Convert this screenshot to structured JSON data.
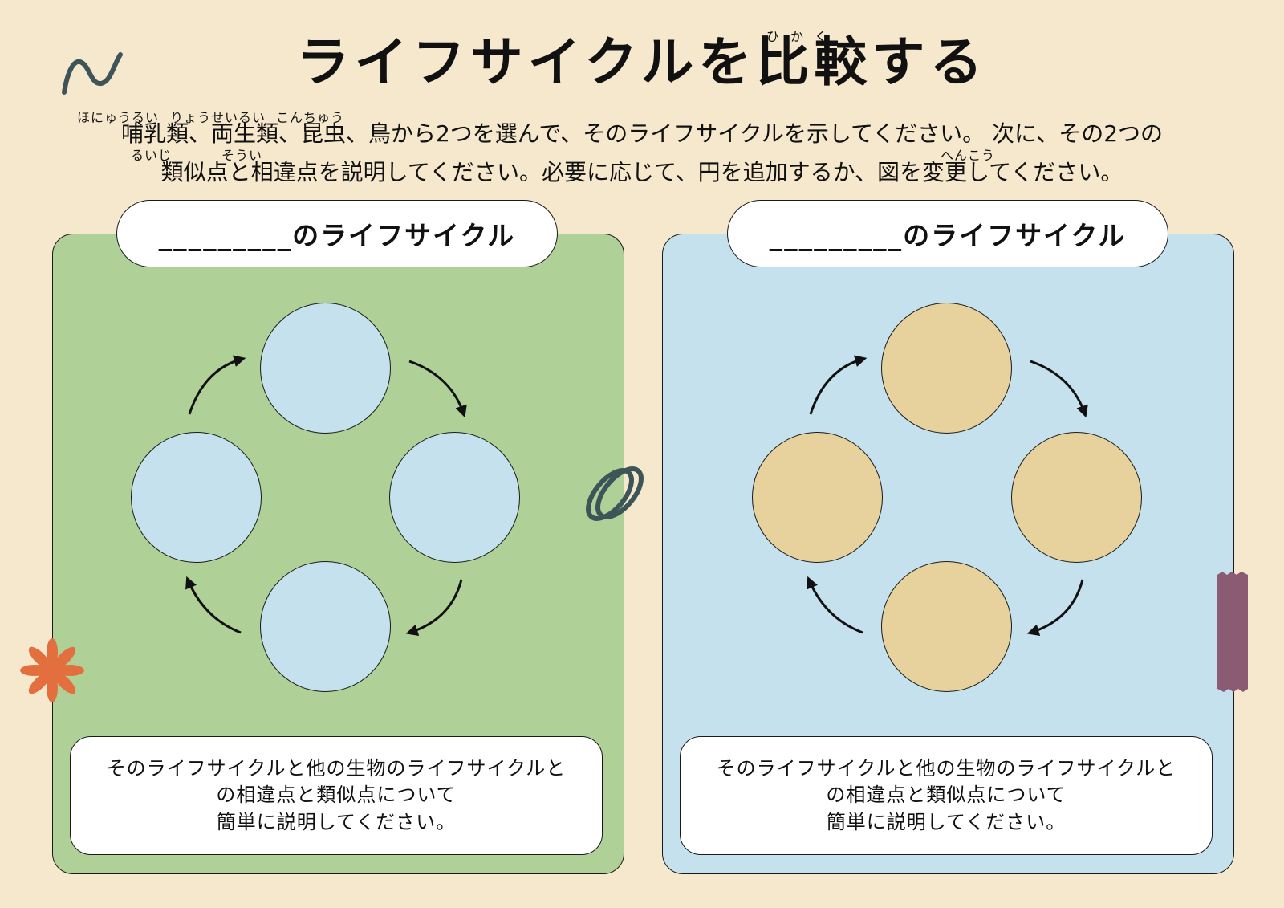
{
  "title": {
    "main": "ライフサイクルを比較する",
    "ruby": "ひかく"
  },
  "instructions": {
    "line1": "哺乳類、両生類、昆虫、鳥から2つを選んで、そのライフサイクルを示してください。 次に、その2つの",
    "line2": "類似点と相違点を説明してください。必要に応じて、円を追加するか、図を変更してください。",
    "ruby_mammal": "ほにゅうるい",
    "ruby_amphibian": "りょうせいるい",
    "ruby_insect": "こんちゅう",
    "ruby_similar": "るいじ",
    "ruby_difference": "そうい",
    "ruby_change": "へんこう"
  },
  "panels": [
    {
      "header": "_________のライフサイクル",
      "description": [
        "そのライフサイクルと他の生物のライフサイクルと",
        "の相違点と類似点について",
        "簡単に説明してください。"
      ]
    },
    {
      "header": "_________のライフサイクル",
      "description": [
        "そのライフサイクルと他の生物のライフサイクルと",
        "の相違点と類似点について",
        "簡単に説明してください。"
      ]
    }
  ],
  "colors": {
    "background": "#f6e8cd",
    "green_panel": "#afd097",
    "blue_panel": "#c6e1ee",
    "blue_circle": "#c6e1ee",
    "tan_circle": "#e7d29d",
    "squiggle": "#3d5558",
    "star": "#e36f3e",
    "ring": "#3d5558",
    "tape": "#8a5b73"
  },
  "decorations": [
    "squiggle-decoration",
    "starburst-decoration",
    "ring-clip-decoration",
    "tape-decoration"
  ]
}
